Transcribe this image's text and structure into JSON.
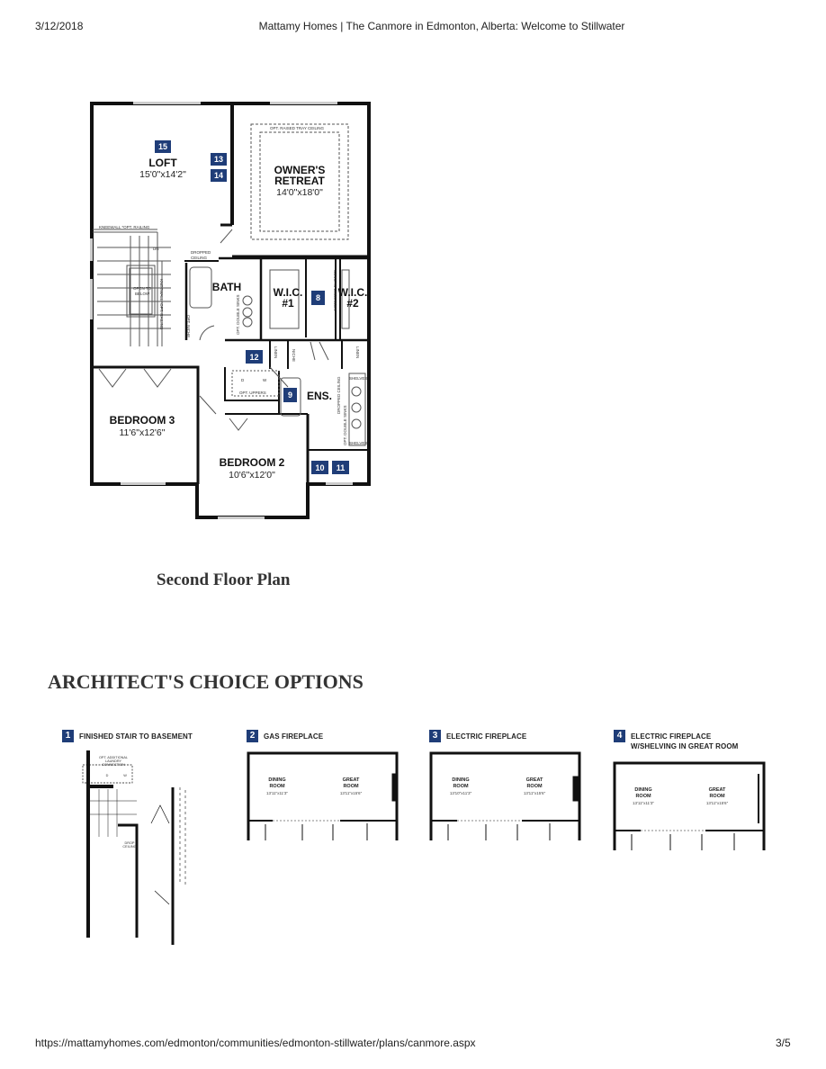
{
  "print_header": {
    "date": "3/12/2018",
    "title": "Mattamy Homes | The Canmore in Edmonton, Alberta: Welcome to Stillwater"
  },
  "print_footer": {
    "url": "https://mattamyhomes.com/edmonton/communities/edmonton-stillwater/plans/canmore.aspx",
    "page": "3/5"
  },
  "floor_plan": {
    "caption": "Second Floor Plan",
    "rooms": {
      "loft": {
        "name": "LOFT",
        "size": "15'0\"x14'2\""
      },
      "owners": {
        "name1": "OWNER'S",
        "name2": "RETREAT",
        "size": "14'0\"x18'0\""
      },
      "bath": {
        "name": "BATH"
      },
      "wic1": {
        "name1": "W.I.C.",
        "name2": "#1"
      },
      "wic2": {
        "name1": "W.I.C.",
        "name2": "#2"
      },
      "ens": {
        "name": "ENS."
      },
      "bed3": {
        "name": "BEDROOM 3",
        "size": "11'6\"x12'6\""
      },
      "bed2": {
        "name": "BEDROOM 2",
        "size": "10'6\"x12'0\""
      }
    },
    "notes": {
      "tray": "OPT. RAISED TRAY CEILING",
      "kneewall": "KNEEWALL *OPT. RAILING",
      "dn": "DN",
      "dropped1": "DROPPED",
      "dropped2": "CEILING",
      "open1": "OPEN TO",
      "open2": "BELOW",
      "kneewall_v": "KNEEWALL *OPT. RAILING",
      "niche_opt": "OPT. NICHE",
      "double_sinks": "OPT. DOUBLE SINKS",
      "mirrored": "MIRRORED SLIDERS",
      "linen1": "LINEN",
      "niche": "NICHE",
      "linen2": "LINEN",
      "d": "D",
      "w": "W",
      "uppers": "OPT. UPPERS",
      "dropped_ceiling": "DROPPED CEILING",
      "double_sinks2": "OPT. DOUBLE SINKS",
      "shelves1": "SHELVES",
      "shelves2": "SHELVES"
    },
    "badges": [
      "15",
      "13",
      "14",
      "8",
      "12",
      "9",
      "10",
      "11"
    ],
    "badge_color": "#1f3d78"
  },
  "options_section": {
    "heading": "ARCHITECT'S CHOICE OPTIONS",
    "options": [
      {
        "num": "1",
        "label": "FINISHED STAIR TO BASEMENT",
        "notes": {
          "laundry1": "OPT. ADDITIONAL",
          "laundry2": "LAUNDRY",
          "laundry3": "CONNECTION",
          "d": "D",
          "w": "W",
          "drop1": "DROP",
          "drop2": "CEILING"
        }
      },
      {
        "num": "2",
        "label": "GAS FIREPLACE",
        "dining": "DINING",
        "dining2": "ROOM",
        "dining_size": "13'11\"x11'3\"",
        "great": "GREAT",
        "great2": "ROOM",
        "great_size": "13'11\"x15'6\""
      },
      {
        "num": "3",
        "label": "ELECTRIC FIREPLACE",
        "dining": "DINING",
        "dining2": "ROOM",
        "dining_size": "13'10\"x11'3\"",
        "great": "GREAT",
        "great2": "ROOM",
        "great_size": "13'11\"x15'6\""
      },
      {
        "num": "4",
        "label": "ELECTRIC FIREPLACE W/SHELVING IN GREAT ROOM",
        "dining": "DINING",
        "dining2": "ROOM",
        "dining_size": "13'11\"x11'3\"",
        "great": "GREAT",
        "great2": "ROOM",
        "great_size": "13'11\"x15'6\""
      }
    ]
  }
}
